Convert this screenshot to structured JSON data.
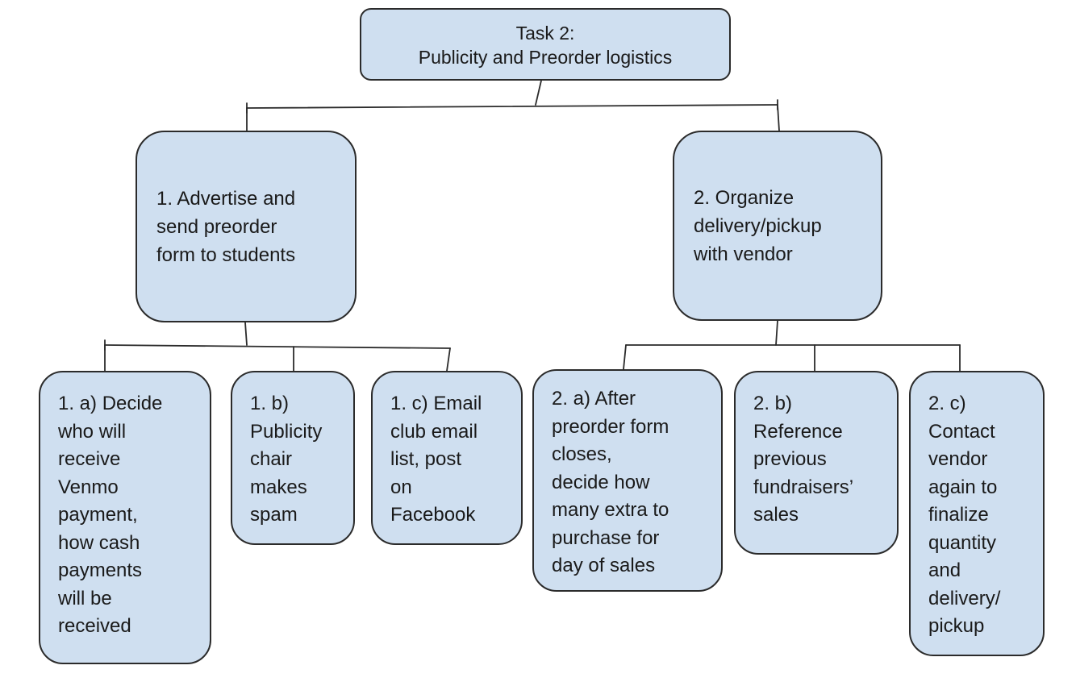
{
  "diagram": {
    "root": {
      "lines": [
        "Task 2:",
        "Publicity and Preorder logistics"
      ]
    },
    "branches": [
      {
        "lines": [
          "1. Advertise and",
          "send preorder",
          "form to students"
        ],
        "children": [
          {
            "lines": [
              "1. a) Decide",
              "who will",
              "receive",
              "Venmo",
              "payment,",
              "how cash",
              "payments",
              "will be",
              "received"
            ]
          },
          {
            "lines": [
              "1. b)",
              "Publicity",
              "chair",
              "makes",
              "spam"
            ]
          },
          {
            "lines": [
              "1. c) Email",
              "club email",
              "list, post",
              "on",
              "Facebook"
            ]
          }
        ]
      },
      {
        "lines": [
          "2. Organize",
          "delivery/pickup",
          "with vendor"
        ],
        "children": [
          {
            "lines": [
              "2. a) After",
              "preorder form",
              "closes,",
              "decide how",
              "many extra to",
              "purchase for",
              "day of sales"
            ]
          },
          {
            "lines": [
              "2. b)",
              "Reference",
              "previous",
              "fundraisers’",
              "sales"
            ]
          },
          {
            "lines": [
              "2. c)",
              "Contact",
              "vendor",
              "again to",
              "finalize",
              "quantity",
              "and",
              "delivery/",
              "pickup"
            ]
          }
        ]
      }
    ]
  }
}
